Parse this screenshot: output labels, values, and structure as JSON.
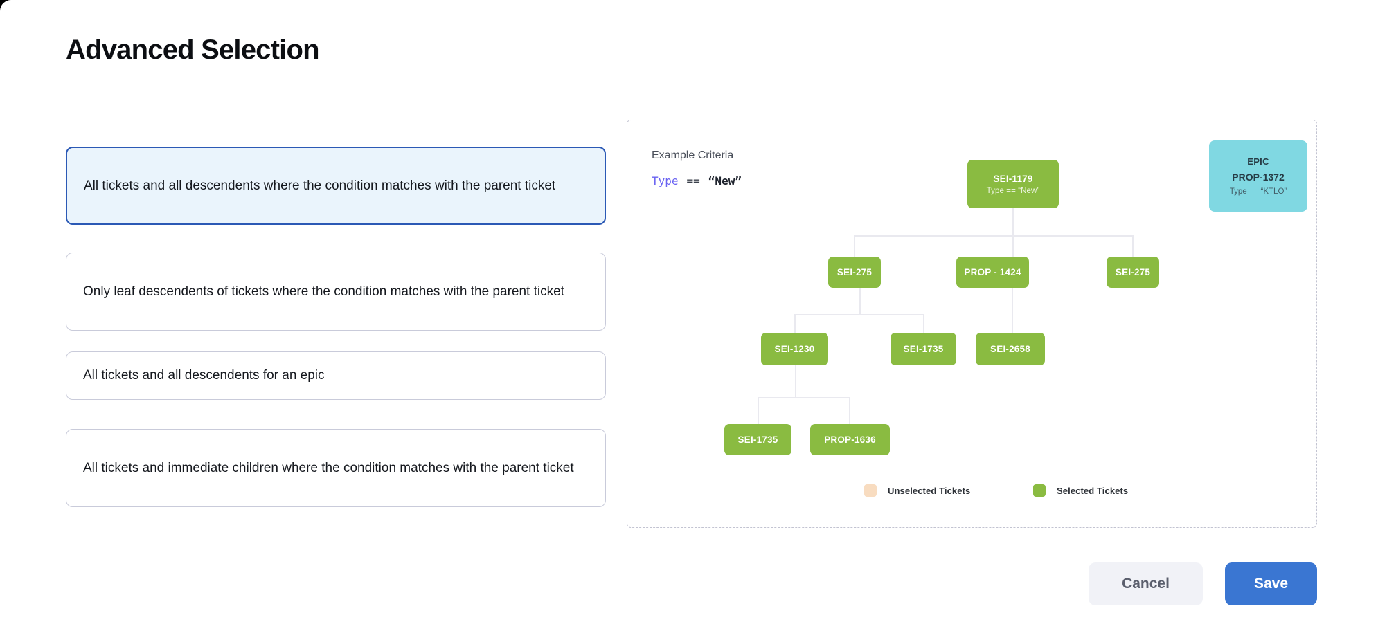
{
  "page": {
    "title": "Advanced Selection"
  },
  "options": [
    {
      "label": "All tickets and all descendents where the condition matches with the parent ticket",
      "selected": true
    },
    {
      "label": "Only leaf descendents of tickets where the condition matches with the parent ticket",
      "selected": false
    },
    {
      "label": "All tickets and all descendents for an epic",
      "selected": false
    },
    {
      "label": "All tickets and immediate children where the condition matches with the parent ticket",
      "selected": false
    }
  ],
  "preview": {
    "criteria_label": "Example Criteria",
    "criteria": {
      "field": "Type",
      "operator": "==",
      "value": "“New”"
    },
    "epic_card": {
      "type_label": "EPIC",
      "id": "PROP-1372",
      "condition": "Type == “KTLO”"
    },
    "tree": {
      "root": {
        "id": "SEI-1179",
        "condition": "Type == “New”"
      },
      "level2": [
        "SEI-275",
        "PROP - 1424",
        "SEI-275"
      ],
      "level3": [
        "SEI-1230",
        "SEI-1735",
        "SEI-2658"
      ],
      "level4": [
        "SEI-1735",
        "PROP-1636"
      ]
    },
    "legend": [
      {
        "label": "Unselected Tickets",
        "color": "#f8dcc0"
      },
      {
        "label": "Selected Tickets",
        "color": "#8abb41"
      }
    ]
  },
  "footer": {
    "cancel_label": "Cancel",
    "save_label": "Save"
  },
  "colors": {
    "selected_node": "#8abb41",
    "unselected_node": "#f8dcc0",
    "epic_card": "#80d8e2",
    "selected_card_border": "#2b59b5",
    "selected_card_bg": "#eaf4fc",
    "criteria_field": "#6a63f2",
    "save_button": "#3a76d2"
  }
}
